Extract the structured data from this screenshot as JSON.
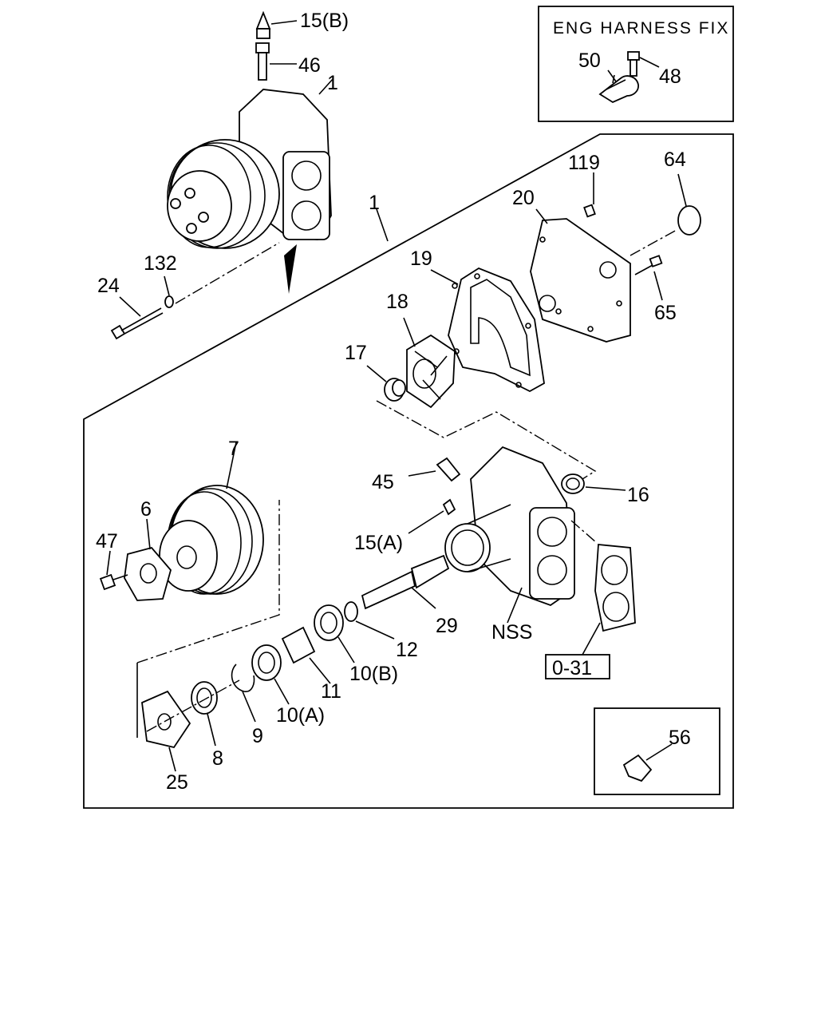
{
  "inset_top": {
    "title": "ENG HARNESS FIX",
    "labels": [
      "50",
      "48"
    ]
  },
  "ref_box": "0-31",
  "callouts": {
    "c15b": "15(B)",
    "c46": "46",
    "c1a": "1",
    "c1b": "1",
    "c24": "24",
    "c132": "132",
    "c119": "119",
    "c64": "64",
    "c20": "20",
    "c19": "19",
    "c18": "18",
    "c17": "17",
    "c65": "65",
    "c7": "7",
    "c6": "6",
    "c47": "47",
    "c45": "45",
    "c16": "16",
    "c15a": "15(A)",
    "c29": "29",
    "c12": "12",
    "c10b": "10(B)",
    "c11": "11",
    "c10a": "10(A)",
    "c9": "9",
    "c8": "8",
    "c25": "25",
    "cnss": "NSS",
    "c56": "56"
  }
}
